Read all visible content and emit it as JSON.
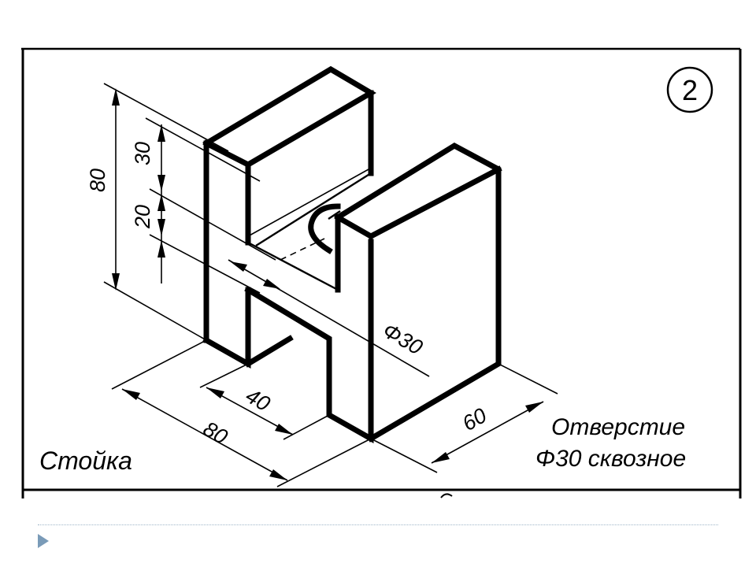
{
  "sheet": {
    "number": "2",
    "title": "Стойка",
    "note_line1": "Отверстие",
    "note_line2": "Φ30 сквозное"
  },
  "dimensions": {
    "height_total": "80",
    "height_top": "30",
    "height_slot": "20",
    "hole_diameter": "Φ30",
    "depth_slot": "40",
    "width": "80",
    "thickness": "60"
  },
  "colors": {
    "line": "#000000",
    "nav_accent": "#7a9bb8"
  }
}
